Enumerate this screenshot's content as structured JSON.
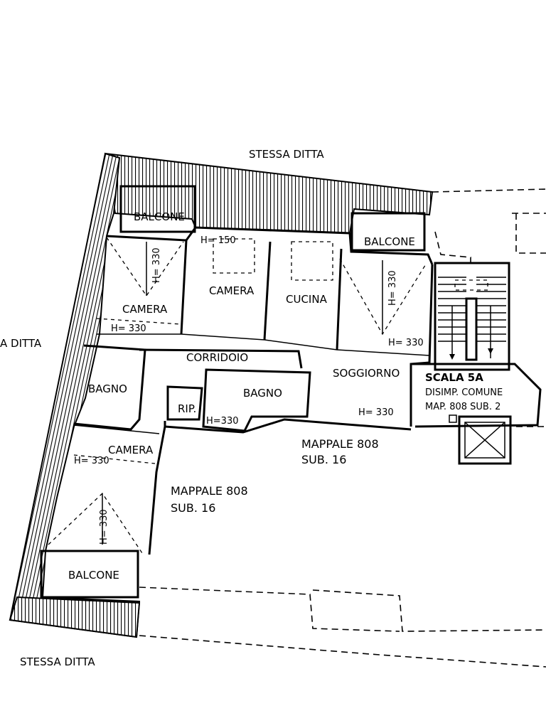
{
  "neighbors": {
    "top": "STESSA DITTA",
    "left": "A DITTA",
    "bottom": "STESSA DITTA"
  },
  "rooms": {
    "balcone_top_left": "BALCONE",
    "balcone_top_right": "BALCONE",
    "balcone_bottom": "BALCONE",
    "camera_1": "CAMERA",
    "camera_2": "CAMERA",
    "camera_3": "CAMERA",
    "cucina": "CUCINA",
    "corridoio": "CORRIDOIO",
    "soggiorno": "SOGGIORNO",
    "bagno_1": "BAGNO",
    "bagno_2": "BAGNO",
    "ripostiglio": "RIP."
  },
  "heights": {
    "h150": "H= 150",
    "camera1_vertical": "H= 330",
    "camera1_horizontal": "H= 330",
    "soggiorno_vertical": "H= 330",
    "soggiorno_corner": "H= 330",
    "soggiorno_bottom": "H= 330",
    "bagno2": "H=330",
    "camera3_horizontal": "H= 330",
    "camera3_vertical": "H= 330"
  },
  "parcels": {
    "center_line1": "MAPPALE 808",
    "center_line2": "SUB. 16",
    "left_line1": "MAPPALE 808",
    "left_line2": "SUB. 16"
  },
  "stair": {
    "line1": "SCALA 5A",
    "line2": "DISIMP. COMUNE",
    "line3": "MAP. 808 SUB. 2"
  }
}
